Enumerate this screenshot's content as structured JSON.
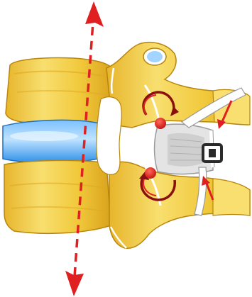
{
  "figure": {
    "kind": "spine-motion-segment-illustration",
    "background": "#ffffff",
    "colors": {
      "bone": "#f1c83a",
      "bone_light": "#f8df6f",
      "bone_shadow": "#d9a21d",
      "bone_outline": "#b8860b",
      "disc": "#2f8fe8",
      "disc_light": "#bfe3ff",
      "arrow_red": "#e02020",
      "arrow_dark": "#8a1010",
      "device_fill": "#e4e4e4",
      "device_band": "#ffffff",
      "device_buckle": "#2a2a2a",
      "joint_dot": "#e81c1c"
    },
    "elements": [
      "upper-vertebral-body",
      "intervertebral-disc",
      "lower-vertebral-body",
      "posterior-elements",
      "spinous-process-implant",
      "tension-band",
      "band-buckle",
      "vertical-motion-arrow",
      "rotation-arrow-upper",
      "rotation-arrow-lower",
      "compression-arrow-upper",
      "compression-arrow-lower"
    ]
  }
}
